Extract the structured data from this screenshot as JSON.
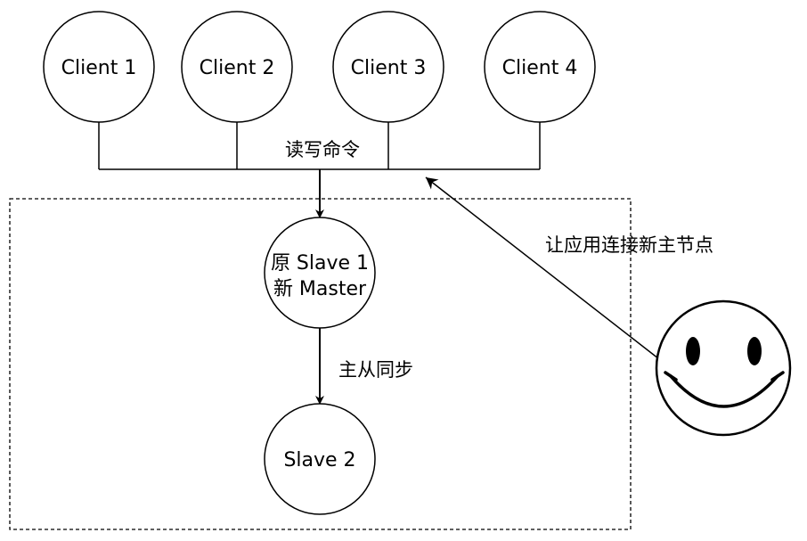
{
  "clients": [
    {
      "label": "Client 1"
    },
    {
      "label": "Client 2"
    },
    {
      "label": "Client 3"
    },
    {
      "label": "Client 4"
    }
  ],
  "bus": {
    "label": "读写命令"
  },
  "new_master": {
    "line1": "原 Slave 1",
    "line2": "新 Master"
  },
  "replication": {
    "label": "主从同步"
  },
  "slave2": {
    "label": "Slave 2"
  },
  "sentinel": {
    "label": "让应用连接新主节点",
    "icon": "smiley-face-icon"
  },
  "colors": {
    "stroke": "#000000",
    "fill": "#ffffff"
  }
}
